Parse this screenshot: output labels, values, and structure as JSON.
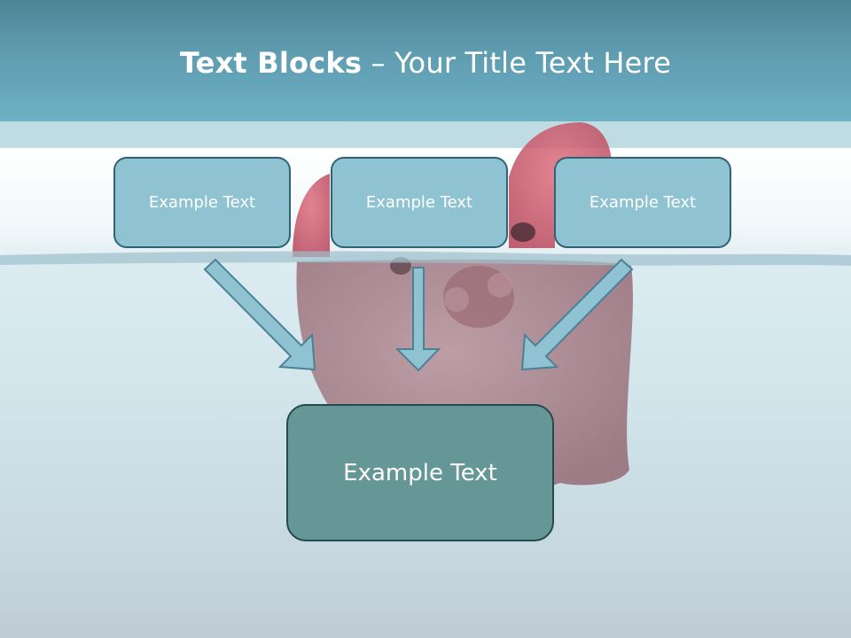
{
  "title": {
    "bold": "Text Blocks",
    "dash": " – ",
    "rest": "Your Title Text Here"
  },
  "blocks": {
    "top": [
      "Example Text",
      "Example Text",
      "Example Text"
    ],
    "bottom": "Example Text"
  },
  "colors": {
    "header": "#5f9cb0",
    "small_box_fill": "#8fc3d1",
    "small_box_border": "#2f6277",
    "large_box_fill": "#669797",
    "large_box_border": "#26494f",
    "arrow_fill": "#8fc3d1",
    "arrow_stroke": "#4b8197"
  }
}
